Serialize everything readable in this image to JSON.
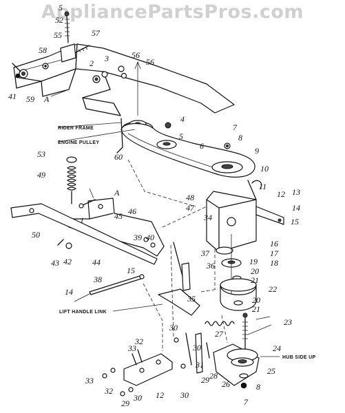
{
  "watermark": "AppliancePartsPros.com",
  "captions": {
    "rider_frame": "RIDER FRAME",
    "engine_pulley": "ENGINE PULLEY",
    "lift_handle_link": "LIFT HANDLE LINK",
    "hub_side_up": "HUB SIDE UP"
  },
  "labels": [
    "5",
    "52",
    "55",
    "57",
    "58",
    "3",
    "2",
    "56",
    "56",
    "41",
    "59",
    "A",
    "4",
    "5",
    "7",
    "8",
    "6",
    "9",
    "60",
    "53",
    "49",
    "10",
    "11",
    "12",
    "13",
    "14",
    "15",
    "A",
    "48",
    "47",
    "34",
    "46",
    "45",
    "1",
    "50",
    "39",
    "40",
    "44",
    "43",
    "42",
    "16",
    "17",
    "18",
    "37",
    "19",
    "36",
    "20",
    "21",
    "22",
    "20",
    "21",
    "15",
    "38",
    "14",
    "35",
    "23",
    "24",
    "27",
    "30",
    "32",
    "33",
    "30",
    "31",
    "29",
    "28",
    "25",
    "26",
    "8",
    "7",
    "33",
    "32",
    "29",
    "30",
    "12",
    "30"
  ]
}
